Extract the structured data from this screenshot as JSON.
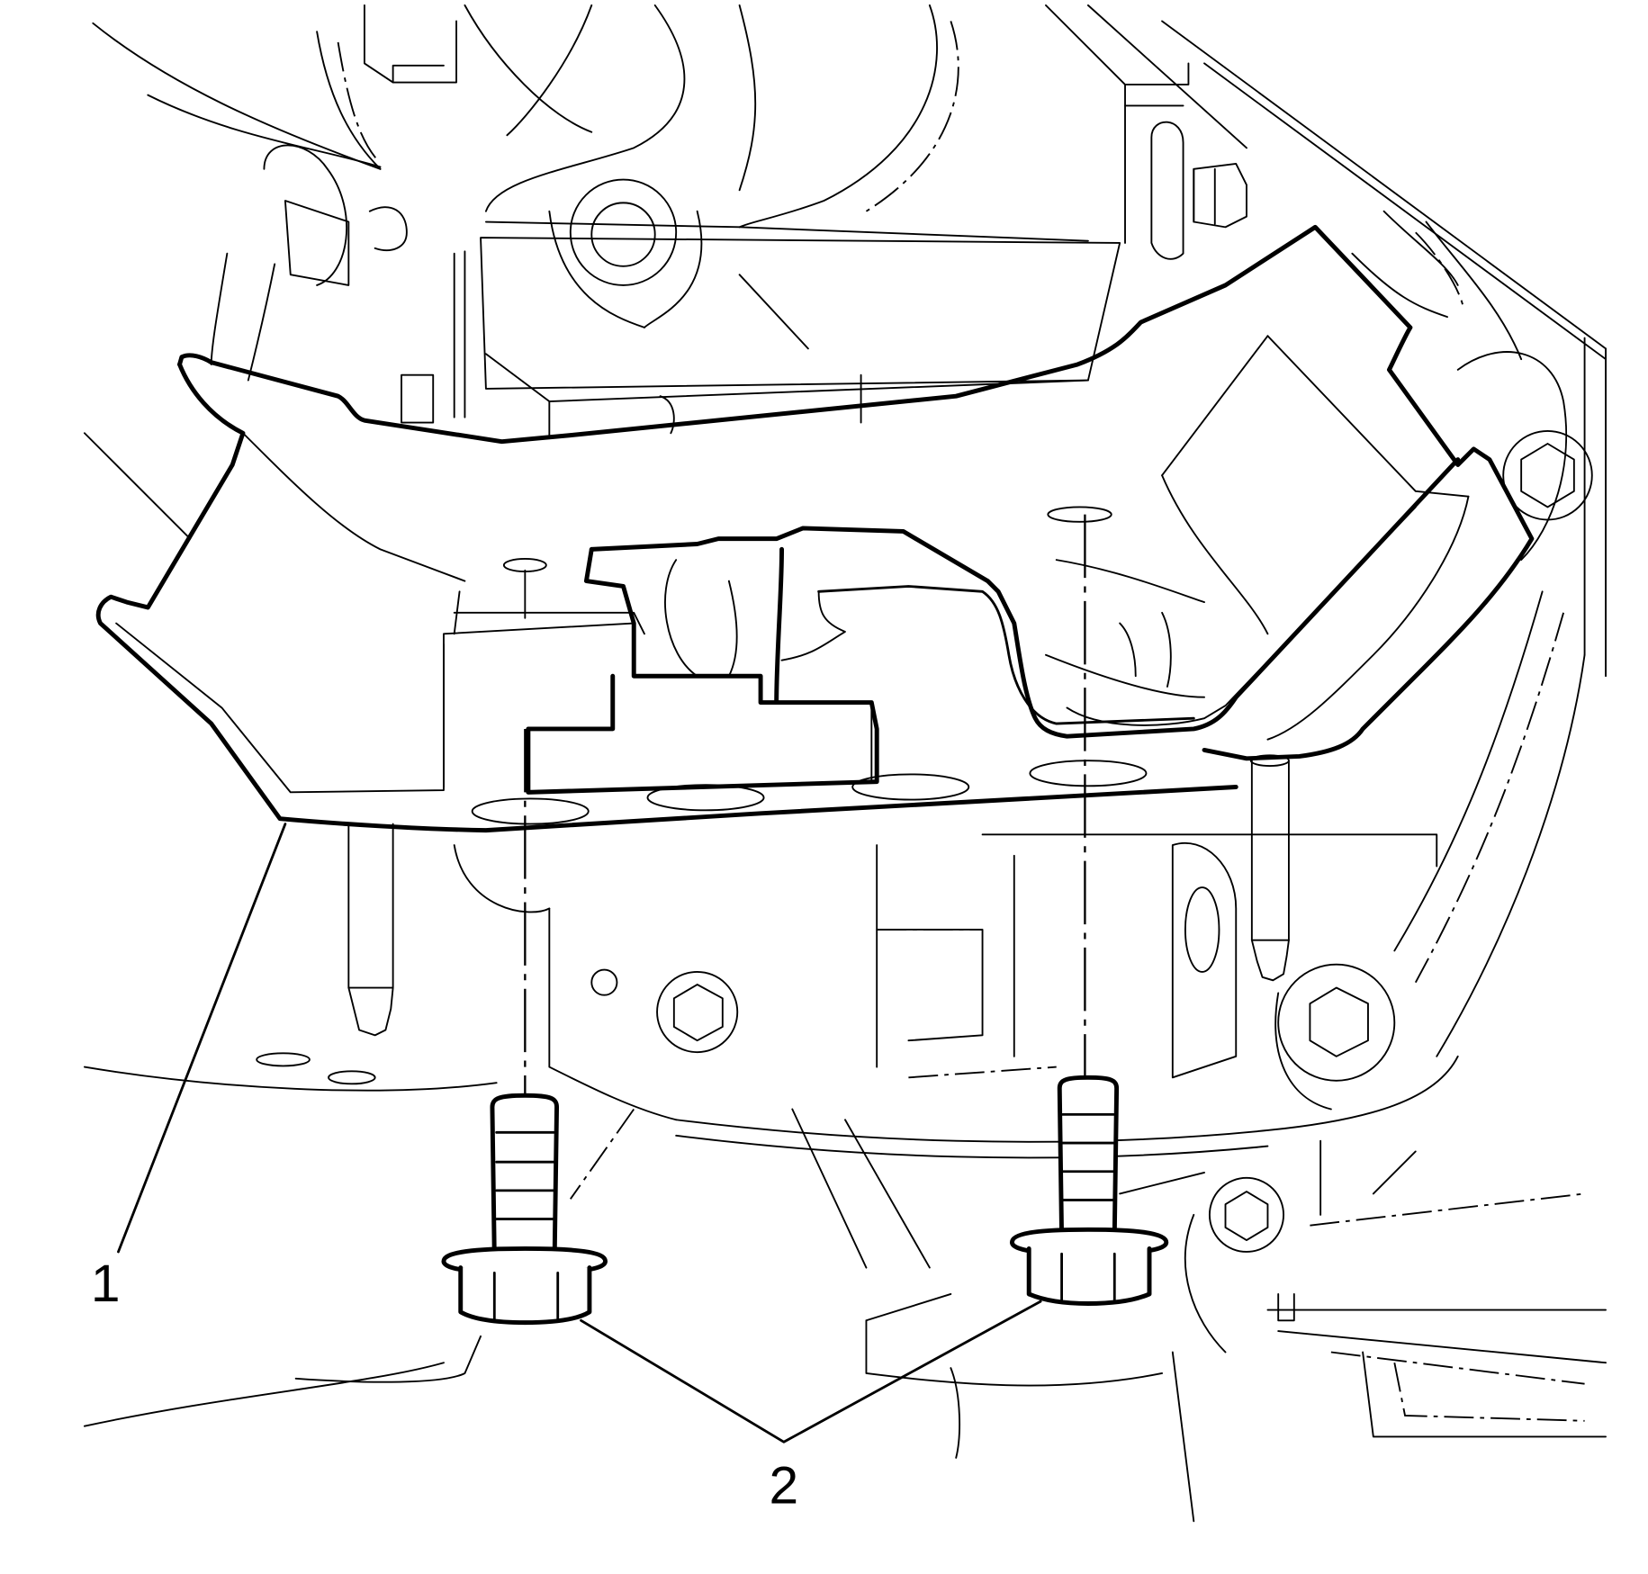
{
  "figure": {
    "type": "exploded service illustration",
    "style": "black line art on white background",
    "background_color": "#ffffff",
    "line_color": "#000000"
  },
  "callouts": [
    {
      "id": "1",
      "label": "1",
      "target": "mount bracket"
    },
    {
      "id": "2",
      "label": "2",
      "target": "bolts (2)"
    }
  ]
}
